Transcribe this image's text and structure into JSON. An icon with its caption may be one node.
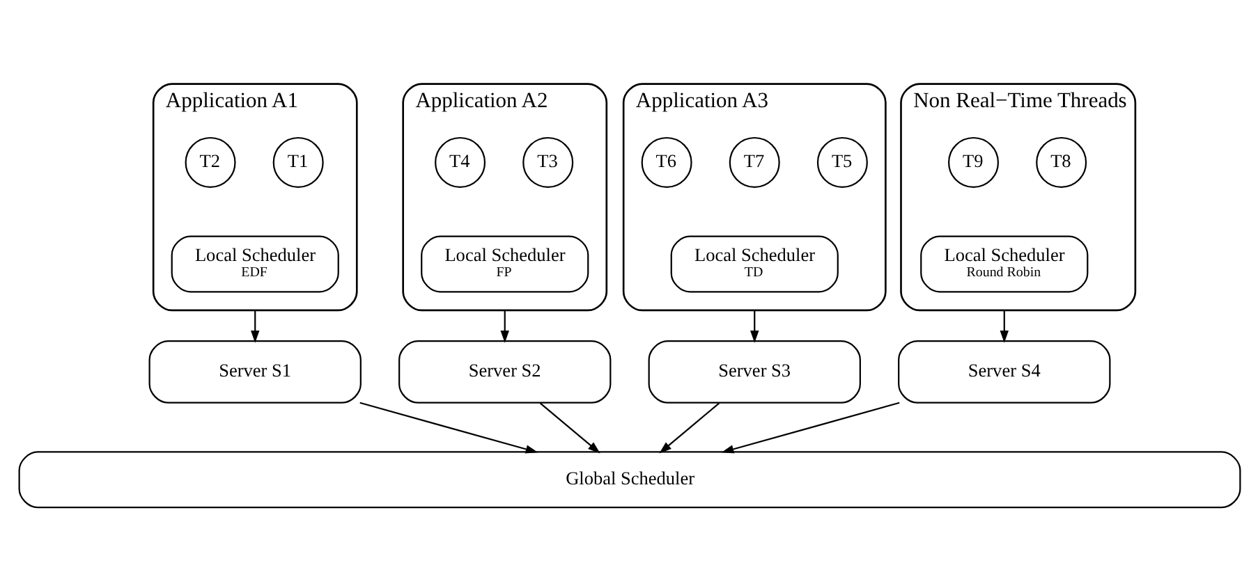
{
  "diagram": {
    "nodes": [
      {
        "text": [
          "Application A1"
        ]
      },
      {
        "text": [
          "T1"
        ],
        "in": 0
      },
      {
        "text": [
          "T2"
        ],
        "in": 0
      },
      {
        "text": [
          "Local Scheduler",
          "EDF"
        ],
        "in": 0
      },
      {
        "text": [
          "Application A2"
        ]
      },
      {
        "text": [
          "T3"
        ],
        "in": 4
      },
      {
        "text": [
          "T4"
        ],
        "in": 4
      },
      {
        "text": [
          "Local Scheduler",
          "FP"
        ],
        "in": 4
      },
      {
        "text": [
          "Application A3"
        ]
      },
      {
        "text": [
          "T5"
        ],
        "in": 8
      },
      {
        "text": [
          "T7"
        ],
        "in": 8
      },
      {
        "text": [
          "T6"
        ],
        "in": 8
      },
      {
        "text": [
          "Local Scheduler",
          "TD"
        ],
        "in": 8
      },
      {
        "text": [
          "Non Real−Time Threads"
        ]
      },
      {
        "text": [
          "T8"
        ],
        "in": 13
      },
      {
        "text": [
          "T9"
        ],
        "in": 13
      },
      {
        "text": [
          "Local Scheduler",
          "Round Robin"
        ],
        "in": 13
      },
      {
        "text": [
          "Server S1"
        ]
      },
      {
        "text": [
          "Server S2"
        ]
      },
      {
        "text": [
          "Server S3"
        ]
      },
      {
        "text": [
          "Server S4"
        ]
      },
      {
        "text": [
          "Global Scheduler"
        ]
      }
    ],
    "edges": [
      {
        "from": 0,
        "to": 17,
        "arrow": "to"
      },
      {
        "from": 4,
        "to": 18,
        "arrow": "to"
      },
      {
        "from": 8,
        "to": 19,
        "arrow": "to"
      },
      {
        "from": 13,
        "to": 20,
        "arrow": "to"
      },
      {
        "from": 17,
        "to": 21,
        "arrow": "to"
      },
      {
        "from": 18,
        "to": 21,
        "arrow": "to"
      },
      {
        "from": 19,
        "to": 21,
        "arrow": "to"
      },
      {
        "from": 20,
        "to": 21,
        "arrow": "to"
      }
    ]
  }
}
